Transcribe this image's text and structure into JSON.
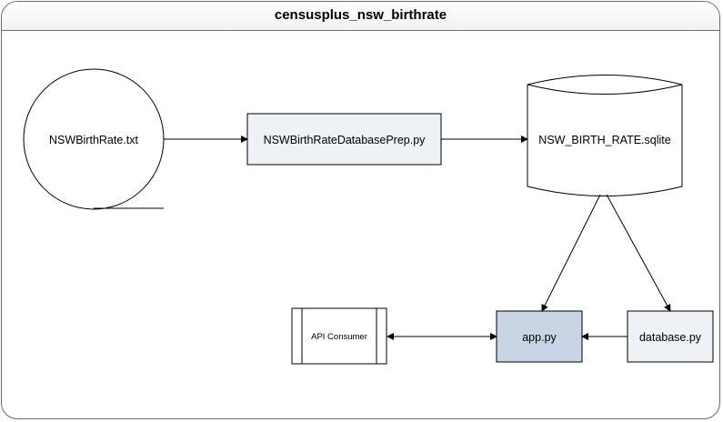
{
  "title": "censusplus_nsw_birthrate",
  "nodes": {
    "source_file": "NSWBirthRate.txt",
    "prep_script": "NSWBirthRateDatabasePrep.py",
    "database": "NSW_BIRTH_RATE.sqlite",
    "app": "app.py",
    "database_module": "database.py",
    "api_consumer": "API Consumer"
  },
  "colors": {
    "process_fill": "#eef1f6",
    "app_fill": "#c9d5e5",
    "stroke": "#000000",
    "frame": "#6b6b6b"
  }
}
